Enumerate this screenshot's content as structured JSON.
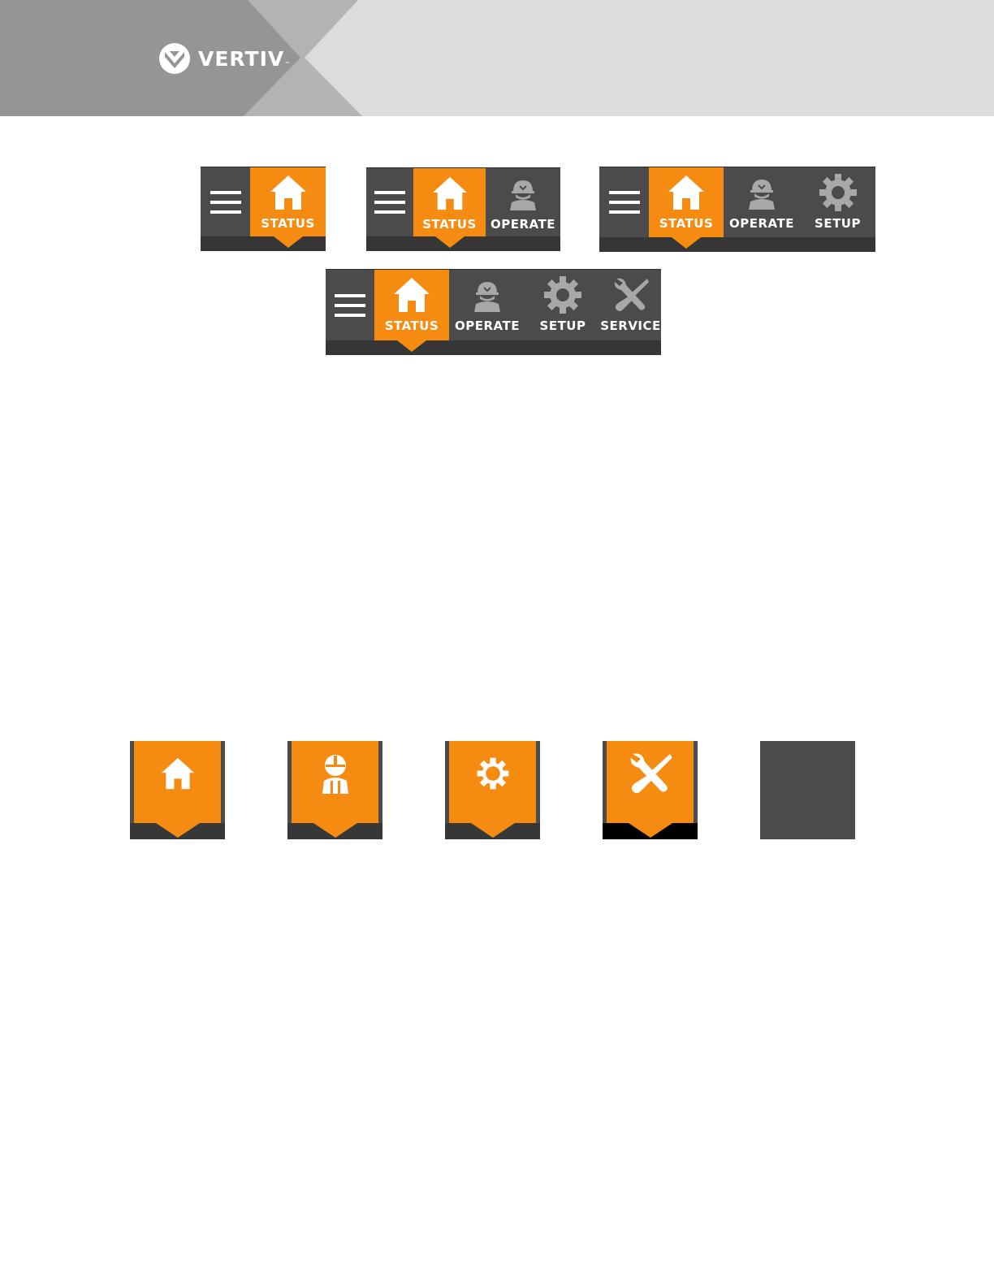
{
  "brand": {
    "name": "VERTIV",
    "trademark": "™"
  },
  "colors": {
    "active_orange": "#f68b12",
    "bar_gray": "#4b4b4b",
    "strip_gray": "#363636",
    "inactive_icon": "#a8a8a8"
  },
  "navbars": [
    {
      "tabs": [
        {
          "label": "STATUS",
          "icon": "home-icon",
          "active": true
        }
      ]
    },
    {
      "tabs": [
        {
          "label": "STATUS",
          "icon": "home-icon",
          "active": true
        },
        {
          "label": "OPERATE",
          "icon": "operator-icon",
          "active": false
        }
      ]
    },
    {
      "tabs": [
        {
          "label": "STATUS",
          "icon": "home-icon",
          "active": true
        },
        {
          "label": "OPERATE",
          "icon": "operator-icon",
          "active": false
        },
        {
          "label": "SETUP",
          "icon": "gear-icon",
          "active": false
        }
      ]
    },
    {
      "tabs": [
        {
          "label": "STATUS",
          "icon": "home-icon",
          "active": true
        },
        {
          "label": "OPERATE",
          "icon": "operator-icon",
          "active": false
        },
        {
          "label": "SETUP",
          "icon": "gear-icon",
          "active": false
        },
        {
          "label": "SERVICE",
          "icon": "service-tools-icon",
          "active": false
        }
      ]
    }
  ],
  "tiles": [
    {
      "icon": "home-icon",
      "active": true
    },
    {
      "icon": "operator-icon",
      "active": true
    },
    {
      "icon": "gear-icon",
      "active": true
    },
    {
      "icon": "service-tools-icon",
      "active": true
    },
    {
      "icon": "",
      "active": false
    }
  ]
}
